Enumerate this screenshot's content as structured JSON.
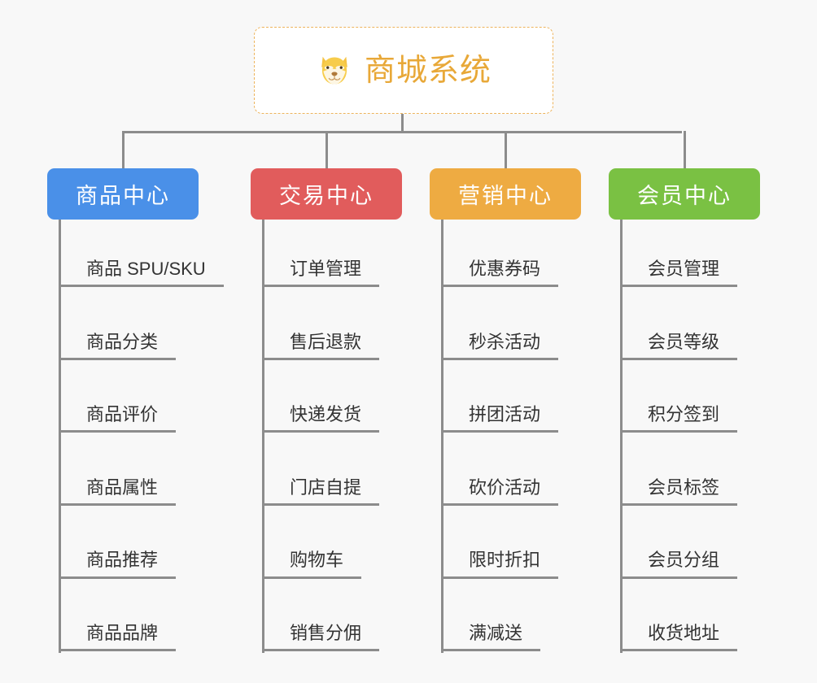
{
  "diagram": {
    "title": "商城系统",
    "background_color": "#f8f8f8",
    "root": {
      "label": "商城系统",
      "icon": "dog-face-emoji",
      "text_color": "#e8a838",
      "border_color": "#edb45c",
      "background_color": "#ffffff"
    },
    "connector_color": "#8c8c8c",
    "branches": [
      {
        "label": "商品中心",
        "color": "#4a90e8",
        "items": [
          "商品 SPU/SKU",
          "商品分类",
          "商品评价",
          "商品属性",
          "商品推荐",
          "商品品牌"
        ]
      },
      {
        "label": "交易中心",
        "color": "#e15c5c",
        "items": [
          "订单管理",
          "售后退款",
          "快递发货",
          "门店自提",
          "购物车",
          "销售分佣"
        ]
      },
      {
        "label": "营销中心",
        "color": "#eeab42",
        "items": [
          "优惠券码",
          "秒杀活动",
          "拼团活动",
          "砍价活动",
          "限时折扣",
          "满减送"
        ]
      },
      {
        "label": "会员中心",
        "color": "#7ac143",
        "items": [
          "会员管理",
          "会员等级",
          "积分签到",
          "会员标签",
          "会员分组",
          "收货地址"
        ]
      }
    ]
  }
}
